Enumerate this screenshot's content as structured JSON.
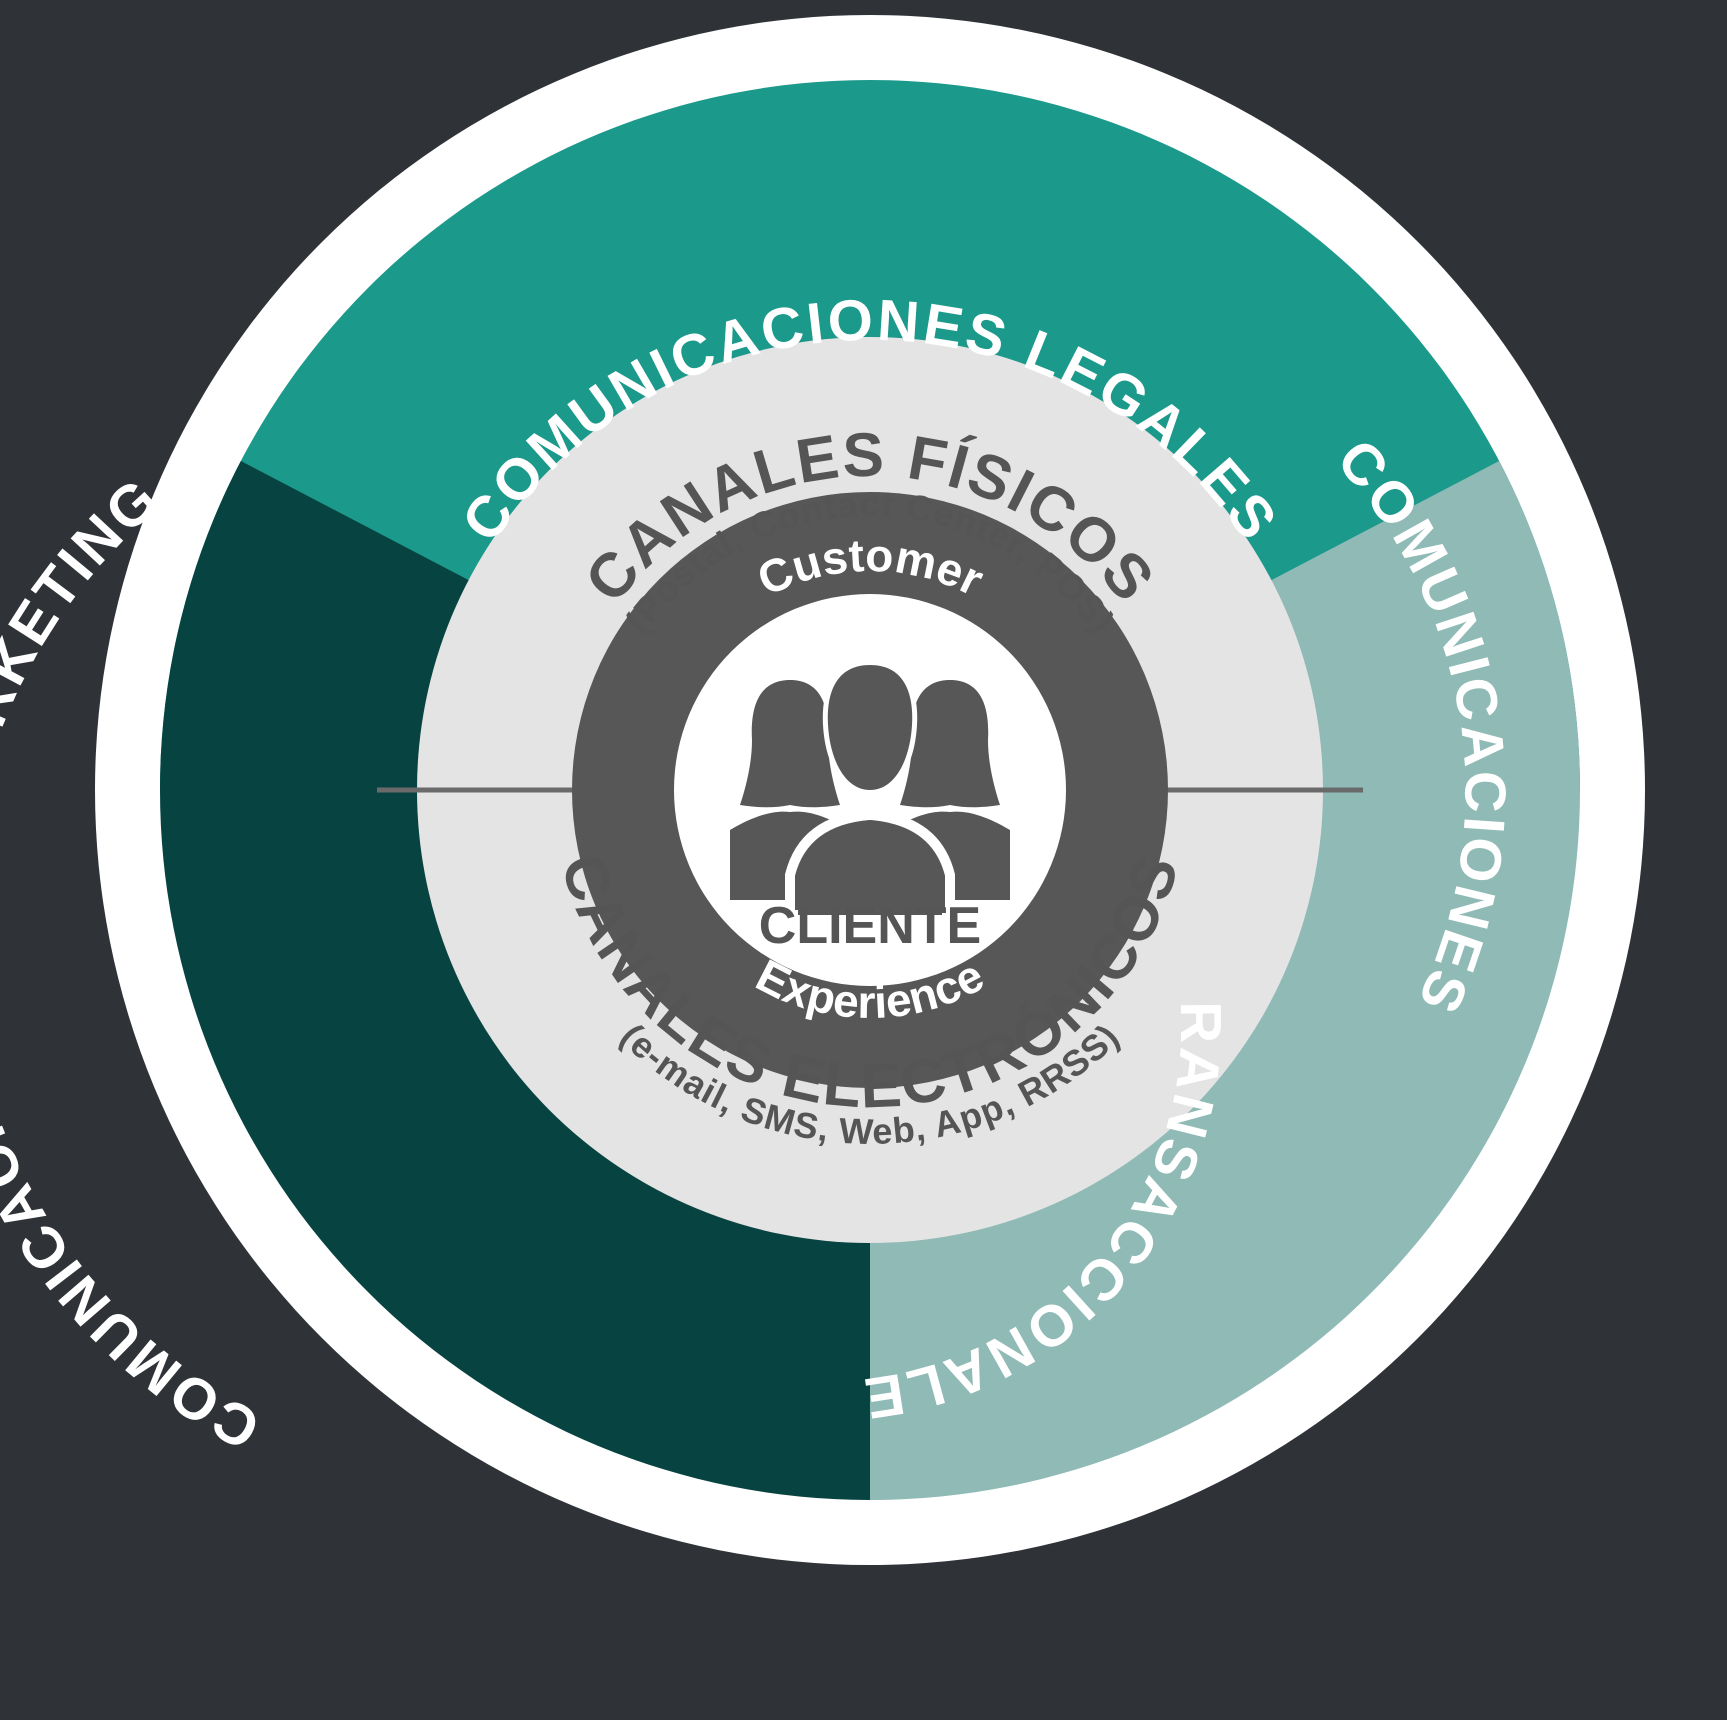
{
  "colors": {
    "background": "#2f3338",
    "outer_border": "#ffffff",
    "legales": "#1b998b",
    "marketing": "#074441",
    "transaccionales": "#8fbab5",
    "channels_ring": "#e4e4e4",
    "experience_ring": "#575757",
    "center": "#ffffff",
    "icon": "#575757"
  },
  "segments": {
    "legales": "COMUNICACIONES LEGALES",
    "marketing": "COMUNICACIONES DE MARKETING",
    "transaccionales_line1": "COMUNICACIONES",
    "transaccionales_line2": "TRANSACCIONALES"
  },
  "channels": {
    "physical_title": "CANALES FÍSICOS",
    "physical_sub": "(Postal, Contact Center, POS)",
    "electronic_title": "CANALES ELECTRÓNICOS",
    "electronic_sub": "(e-mail, SMS, Web, App, RRSS)"
  },
  "experience": {
    "top": "Customer",
    "bottom": "Experience"
  },
  "center": {
    "label": "CLIENTE",
    "icon": "people-group-icon"
  }
}
